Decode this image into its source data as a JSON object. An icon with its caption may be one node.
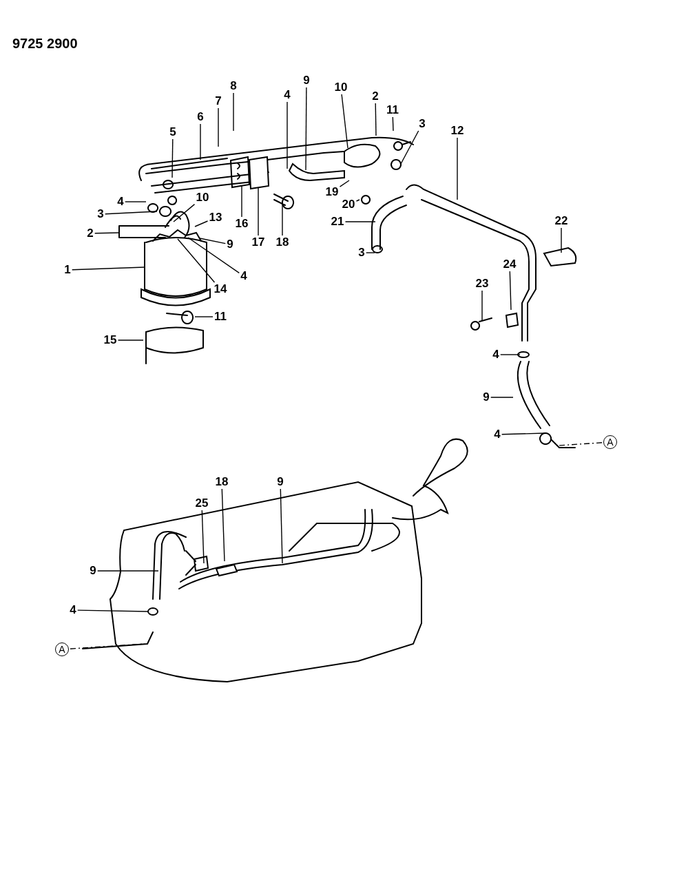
{
  "diagram": {
    "nodes": [
      {
        "text": [
          "8"
        ]
      },
      {
        "text": [
          "7"
        ]
      },
      {
        "text": [
          "6"
        ]
      },
      {
        "text": [
          "5"
        ]
      },
      {
        "text": [
          "4"
        ]
      },
      {
        "text": [
          "9"
        ]
      },
      {
        "text": [
          "10"
        ]
      },
      {
        "text": [
          "2"
        ]
      },
      {
        "text": [
          "11"
        ]
      },
      {
        "text": [
          "3"
        ]
      },
      {
        "text": [
          "12"
        ]
      },
      {
        "text": [
          "4"
        ]
      },
      {
        "text": [
          "3"
        ]
      },
      {
        "text": [
          "10"
        ]
      },
      {
        "text": [
          "2"
        ]
      },
      {
        "text": [
          "13"
        ]
      },
      {
        "text": [
          "9"
        ]
      },
      {
        "text": [
          "4"
        ]
      },
      {
        "text": [
          "14"
        ]
      },
      {
        "text": [
          "1"
        ]
      },
      {
        "text": [
          "16"
        ]
      },
      {
        "text": [
          "17"
        ]
      },
      {
        "text": [
          "18"
        ]
      },
      {
        "text": [
          "19"
        ]
      },
      {
        "text": [
          "20"
        ]
      },
      {
        "text": [
          "21"
        ]
      },
      {
        "text": [
          "3"
        ]
      },
      {
        "text": [
          "11"
        ]
      },
      {
        "text": [
          "15"
        ]
      },
      {
        "text": [
          "22"
        ]
      },
      {
        "text": [
          "24"
        ]
      },
      {
        "text": [
          "23"
        ]
      },
      {
        "text": [
          "4"
        ]
      },
      {
        "text": [
          "9"
        ]
      },
      {
        "text": [
          "4"
        ]
      },
      {
        "text": [
          "A"
        ]
      },
      {
        "text": [
          "18"
        ]
      },
      {
        "text": [
          "9"
        ]
      },
      {
        "text": [
          "25"
        ]
      },
      {
        "text": [
          "9"
        ]
      },
      {
        "text": [
          "4"
        ]
      },
      {
        "text": [
          "A"
        ]
      }
    ],
    "edges": [
      {
        "from": 0,
        "to": null,
        "arrow": "none"
      },
      {
        "from": 1,
        "to": null,
        "arrow": "none"
      },
      {
        "from": 2,
        "to": null,
        "arrow": "none"
      },
      {
        "from": 3,
        "to": null,
        "arrow": "none"
      },
      {
        "from": 4,
        "to": null,
        "arrow": "none"
      },
      {
        "from": 5,
        "to": null,
        "arrow": "none"
      },
      {
        "from": 6,
        "to": null,
        "arrow": "none"
      },
      {
        "from": 7,
        "to": null,
        "arrow": "none"
      },
      {
        "from": 8,
        "to": null,
        "arrow": "none"
      },
      {
        "from": 9,
        "to": null,
        "arrow": "none"
      },
      {
        "from": 10,
        "to": null,
        "arrow": "none"
      },
      {
        "from": 11,
        "to": null,
        "arrow": "none"
      },
      {
        "from": 12,
        "to": null,
        "arrow": "none"
      },
      {
        "from": 13,
        "to": null,
        "arrow": "none"
      },
      {
        "from": 14,
        "to": null,
        "arrow": "none"
      },
      {
        "from": 15,
        "to": null,
        "arrow": "none"
      },
      {
        "from": 16,
        "to": null,
        "arrow": "none"
      },
      {
        "from": 17,
        "to": null,
        "arrow": "none"
      },
      {
        "from": 18,
        "to": null,
        "arrow": "none"
      },
      {
        "from": 19,
        "to": null,
        "arrow": "none"
      },
      {
        "from": 20,
        "to": null,
        "arrow": "none"
      },
      {
        "from": 21,
        "to": null,
        "arrow": "none"
      },
      {
        "from": 22,
        "to": null,
        "arrow": "none"
      },
      {
        "from": 23,
        "to": null,
        "arrow": "none"
      },
      {
        "from": 24,
        "to": null,
        "arrow": "none"
      },
      {
        "from": 25,
        "to": null,
        "arrow": "none"
      },
      {
        "from": 26,
        "to": null,
        "arrow": "none"
      },
      {
        "from": 27,
        "to": null,
        "arrow": "none"
      },
      {
        "from": 28,
        "to": null,
        "arrow": "none"
      },
      {
        "from": 29,
        "to": null,
        "arrow": "none"
      },
      {
        "from": 30,
        "to": null,
        "arrow": "none"
      },
      {
        "from": 31,
        "to": null,
        "arrow": "none"
      },
      {
        "from": 32,
        "to": null,
        "arrow": "none"
      },
      {
        "from": 33,
        "to": null,
        "arrow": "none"
      },
      {
        "from": 34,
        "to": null,
        "arrow": "none"
      },
      {
        "from": 35,
        "to": null,
        "arrow": "none",
        "style": "dashed"
      },
      {
        "from": 36,
        "to": null,
        "arrow": "none"
      },
      {
        "from": 37,
        "to": null,
        "arrow": "none"
      },
      {
        "from": 38,
        "to": null,
        "arrow": "none"
      },
      {
        "from": 39,
        "to": null,
        "arrow": "none"
      },
      {
        "from": 40,
        "to": null,
        "arrow": "none"
      },
      {
        "from": 41,
        "to": null,
        "arrow": "none",
        "style": "dashed"
      }
    ],
    "labels": [
      "9725 2900"
    ]
  }
}
